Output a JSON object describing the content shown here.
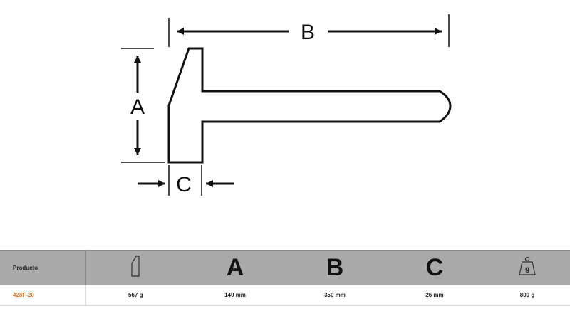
{
  "diagram": {
    "label_a": "A",
    "label_b": "B",
    "label_c": "C",
    "line_color": "#111111"
  },
  "table": {
    "header": {
      "product_label": "Producto",
      "icons": {
        "hammer_head_icon": "hammer-head-profile-icon",
        "weight_icon": "weight-icon"
      },
      "weight_icon_letter": "g",
      "col_a": "A",
      "col_b": "B",
      "col_c": "C",
      "background": "#a9a9a9"
    },
    "rows": [
      {
        "product": "428F-20",
        "head_weight": "567 g",
        "a": "140 mm",
        "b": "350 mm",
        "c": "26 mm",
        "total_weight": "800 g"
      }
    ],
    "product_color": "#e0762b"
  }
}
